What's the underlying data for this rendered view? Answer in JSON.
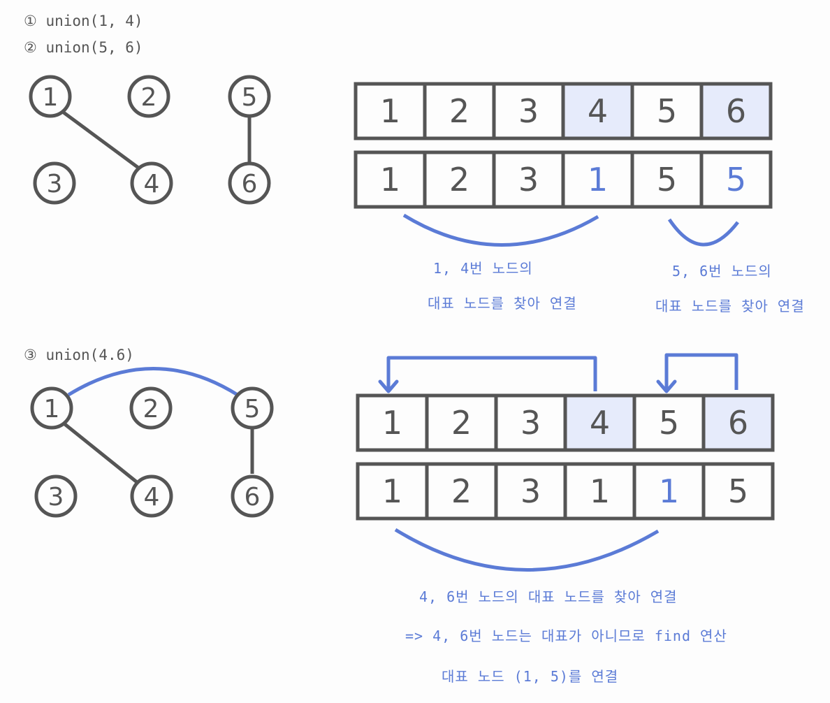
{
  "steps": {
    "s1": "① union(1, 4)",
    "s2": "② union(5, 6)",
    "s3": "③ union(4.6)"
  },
  "nodes": [
    "1",
    "2",
    "3",
    "4",
    "5",
    "6"
  ],
  "arrays": {
    "top_index": [
      "1",
      "2",
      "3",
      "4",
      "5",
      "6"
    ],
    "top_parent": [
      "1",
      "2",
      "3",
      "1",
      "5",
      "5"
    ],
    "bottom_index": [
      "1",
      "2",
      "3",
      "4",
      "5",
      "6"
    ],
    "bottom_parent": [
      "1",
      "2",
      "3",
      "1",
      "1",
      "5"
    ]
  },
  "notes": {
    "top_left_line1": "1, 4번 노드의",
    "top_left_line2": "대표 노드를 찾아 연결",
    "top_right_line1": "5, 6번 노드의",
    "top_right_line2": "대표 노드를 찾아 연결",
    "bottom_line1": "4, 6번 노드의 대표 노드를 찾아 연결",
    "bottom_line2": "=> 4, 6번 노드는 대표가 아니므로 find 연산",
    "bottom_line3": "대표 노드 (1, 5)를 연결"
  },
  "colors": {
    "ink": "#555555",
    "accent": "#5b7bd6",
    "highlight": "#e6ebfb"
  }
}
